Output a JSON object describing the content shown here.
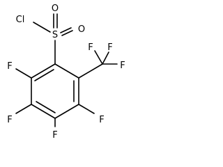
{
  "molecule": {
    "bond_color": "#000000",
    "atoms": {
      "chlorine": "Cl",
      "sulfur": "S",
      "oxygen_top": "O",
      "oxygen_right": "O",
      "fluorine_cf3_top": "F",
      "fluorine_cf3_right": "F",
      "fluorine_cf3_left": "F",
      "fluorine_ring_left": "F",
      "fluorine_ring_lower_left": "F",
      "fluorine_ring_bottom": "F",
      "fluorine_ring_right": "F"
    }
  }
}
